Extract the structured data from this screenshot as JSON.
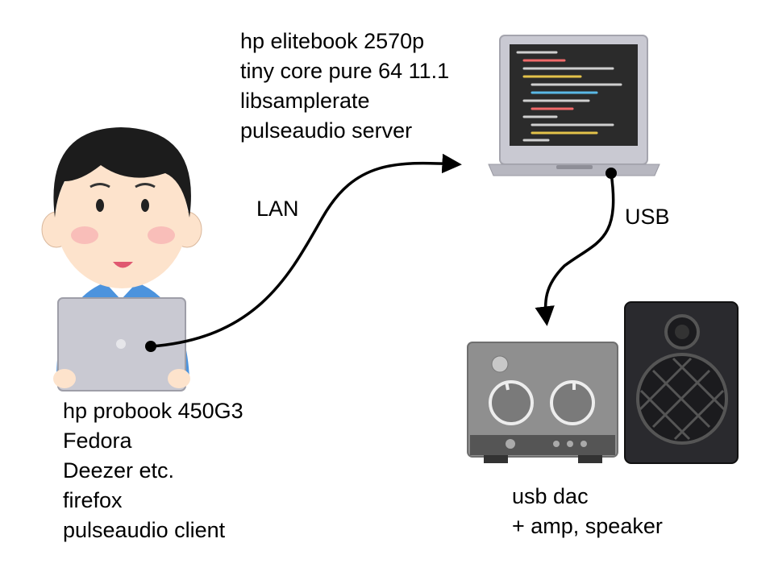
{
  "nodes": {
    "server": {
      "lines": [
        "hp elitebook 2570p",
        "tiny core pure 64 11.1",
        "libsamplerate",
        "pulseaudio server"
      ]
    },
    "client": {
      "lines": [
        "hp probook 450G3",
        "Fedora",
        "Deezer etc.",
        "firefox",
        "pulseaudio client"
      ]
    },
    "audio": {
      "lines": [
        "usb dac",
        "+ amp, speaker"
      ]
    }
  },
  "edges": {
    "lan": {
      "label": "LAN"
    },
    "usb": {
      "label": "USB"
    }
  },
  "colors": {
    "skin": "#fde3cc",
    "hair": "#1c1c1c",
    "shirt": "#4c93dd",
    "laptop": "#c9c9d2",
    "screen": "#2b2b2b",
    "dac": "#8f8f8f",
    "speaker": "#2a2a2e"
  }
}
